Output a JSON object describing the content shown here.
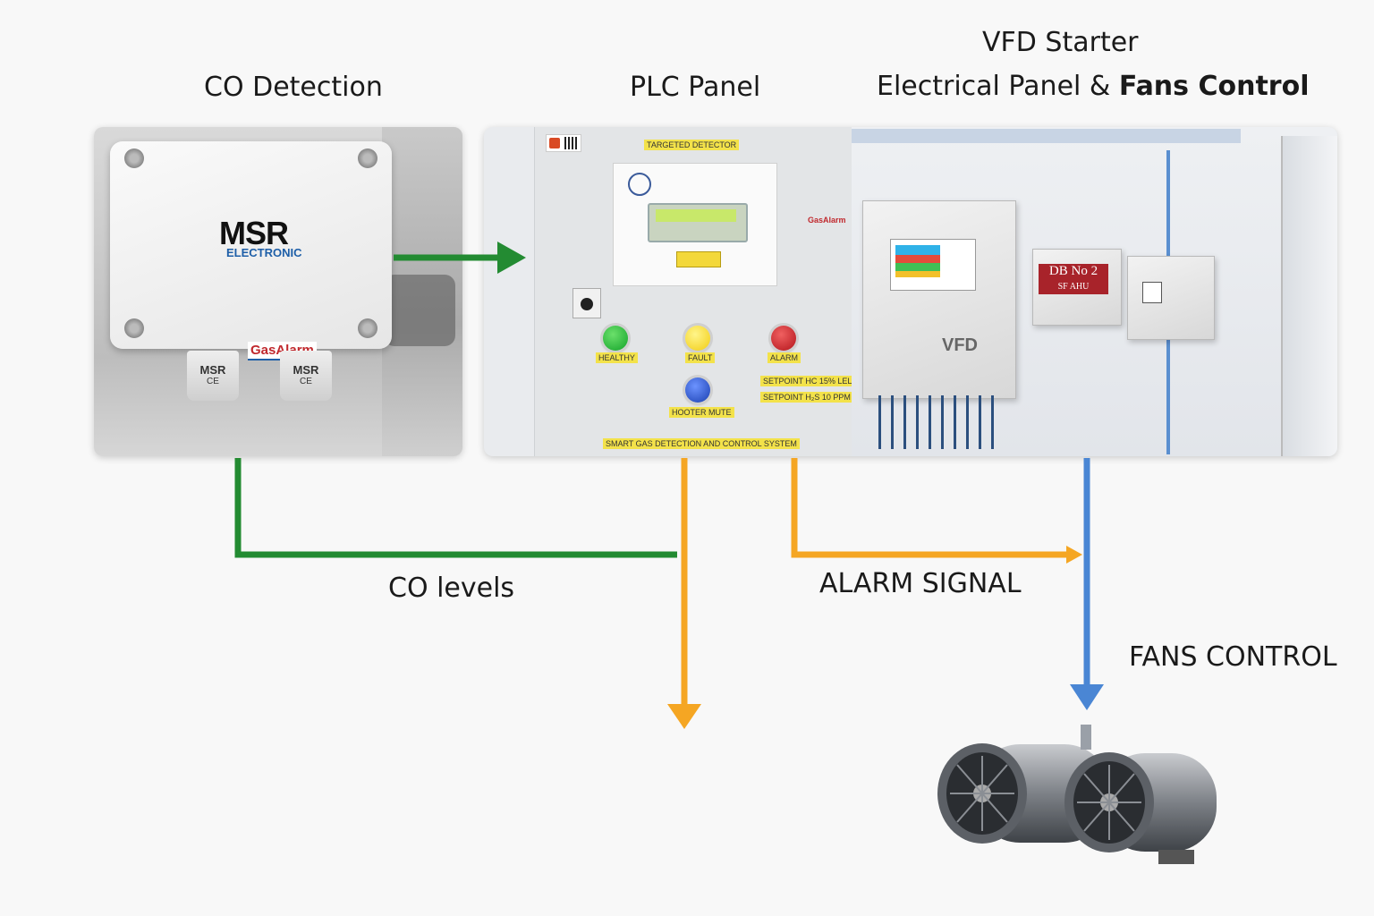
{
  "headers": {
    "co_detection": "CO Detection",
    "plc_panel": "PLC Panel",
    "vfd_line1": "VFD Starter",
    "vfd_line2_normal": "Electrical Panel & ",
    "vfd_line2_bold": "Fans Control"
  },
  "flows": {
    "co_levels": "CO levels",
    "alarm_signal": "ALARM SIGNAL",
    "fans_control": "FANS CONTROL"
  },
  "co_device": {
    "brand": "MSR",
    "brand_sub": "ELECTRONIC",
    "product": "GasAlarm",
    "sensor_left": "MSR",
    "sensor_right": "MSR",
    "sensor_mark": "CE"
  },
  "plc": {
    "top_tag": "TARGETED DETECTOR",
    "card_brand": "GasAlarm",
    "lamp_healthy": "HEALTHY",
    "lamp_fault": "FAULT",
    "lamp_alarm": "ALARM",
    "hooter_mute": "HOOTER MUTE",
    "setpoint_hc": "SETPOINT HC 15% LEL",
    "setpoint_hs": "SETPOINT H₂S 10 PPM",
    "bottom_tag": "SMART GAS DETECTION AND CONTROL SYSTEM"
  },
  "vfd_panel": {
    "vfd_label": "VFD",
    "db_plate_line1": "DB No 2",
    "db_plate_line2": "SF AHU"
  },
  "colors": {
    "co_arrow": "#238b32",
    "alarm_arrow": "#f5a623",
    "fans_arrow": "#4a86d4"
  }
}
